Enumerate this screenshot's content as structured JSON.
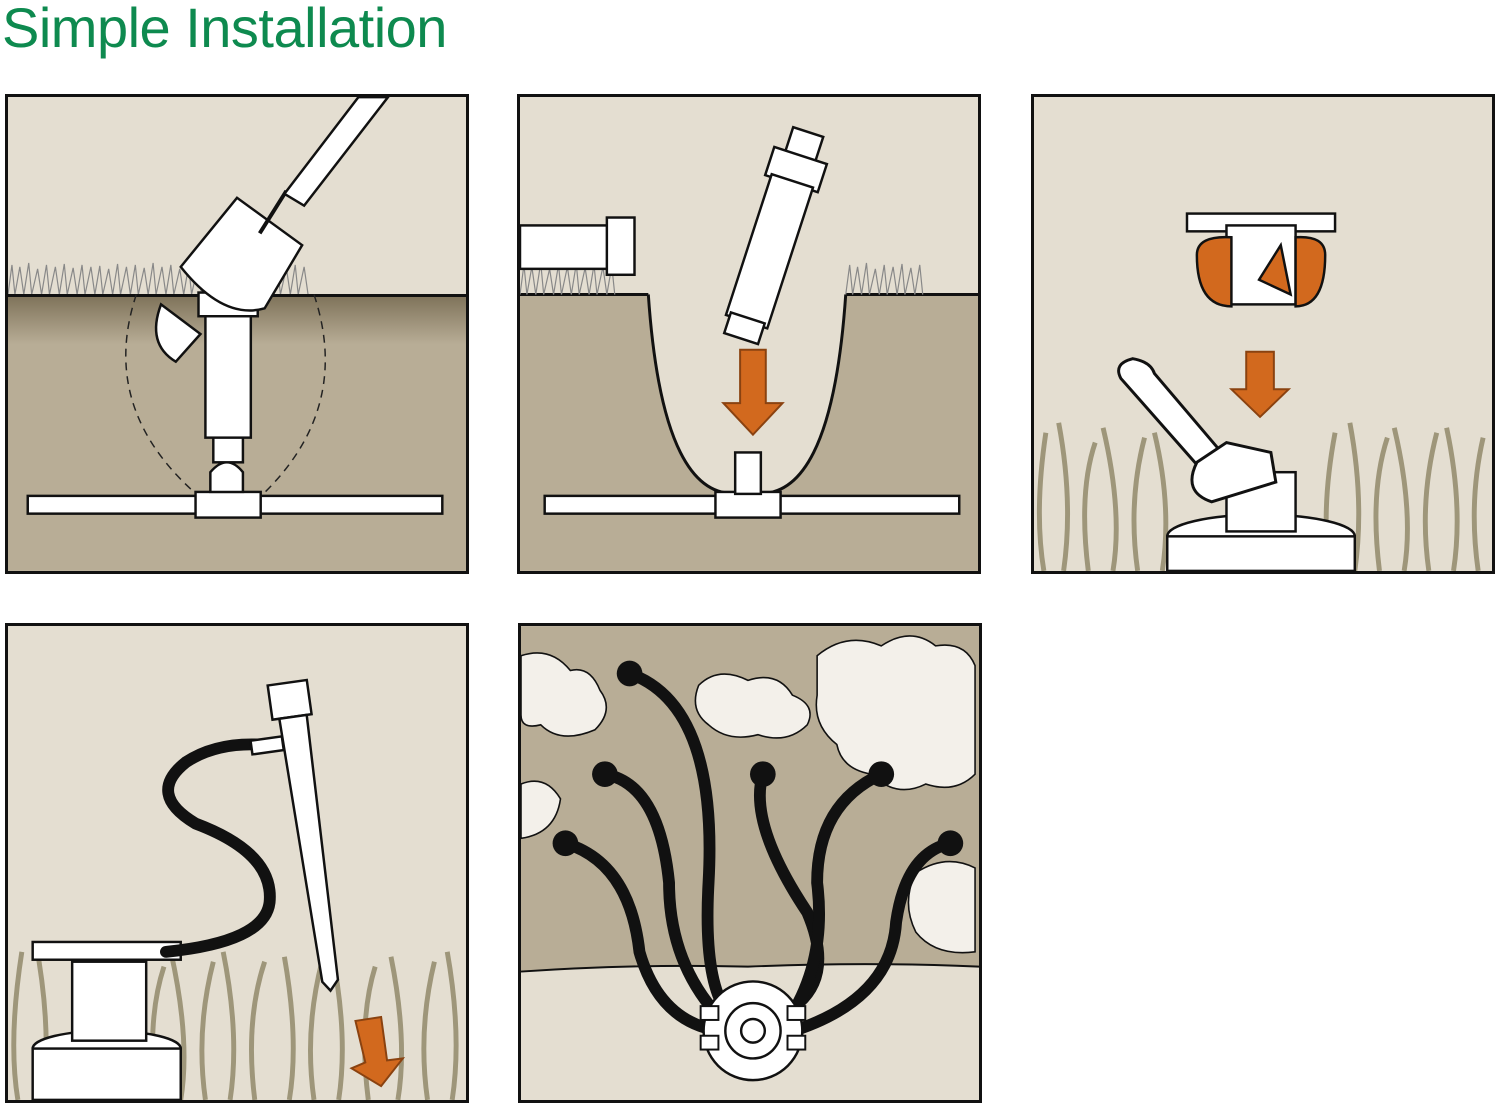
{
  "header": {
    "title": "Simple Installation"
  },
  "colors": {
    "title_green": "#0e8a4f",
    "panel_bg": "#e4ded1",
    "soil": "#b8ad96",
    "soil_top": "#8d8064",
    "grass": "#a8a084",
    "arrow_orange": "#d2691e",
    "outline": "#111111"
  },
  "steps": [
    {
      "id": "dig-trench",
      "icons": [
        "trowel-icon",
        "sprinkler-body-icon",
        "pipe-tee-icon"
      ]
    },
    {
      "id": "insert-sprinkler",
      "icons": [
        "sprinkler-body-icon",
        "down-arrow-icon",
        "pipe-tee-icon"
      ]
    },
    {
      "id": "attach-manifold",
      "icons": [
        "manifold-icon",
        "rotate-arrow-icon",
        "down-arrow-icon",
        "wrench-icon"
      ]
    },
    {
      "id": "connect-tubing",
      "icons": [
        "manifold-icon",
        "tubing-icon",
        "drip-stake-icon",
        "down-arrow-icon"
      ]
    },
    {
      "id": "route-lines",
      "icons": [
        "manifold-icon",
        "tubing-icon",
        "emitter-icon"
      ]
    }
  ]
}
